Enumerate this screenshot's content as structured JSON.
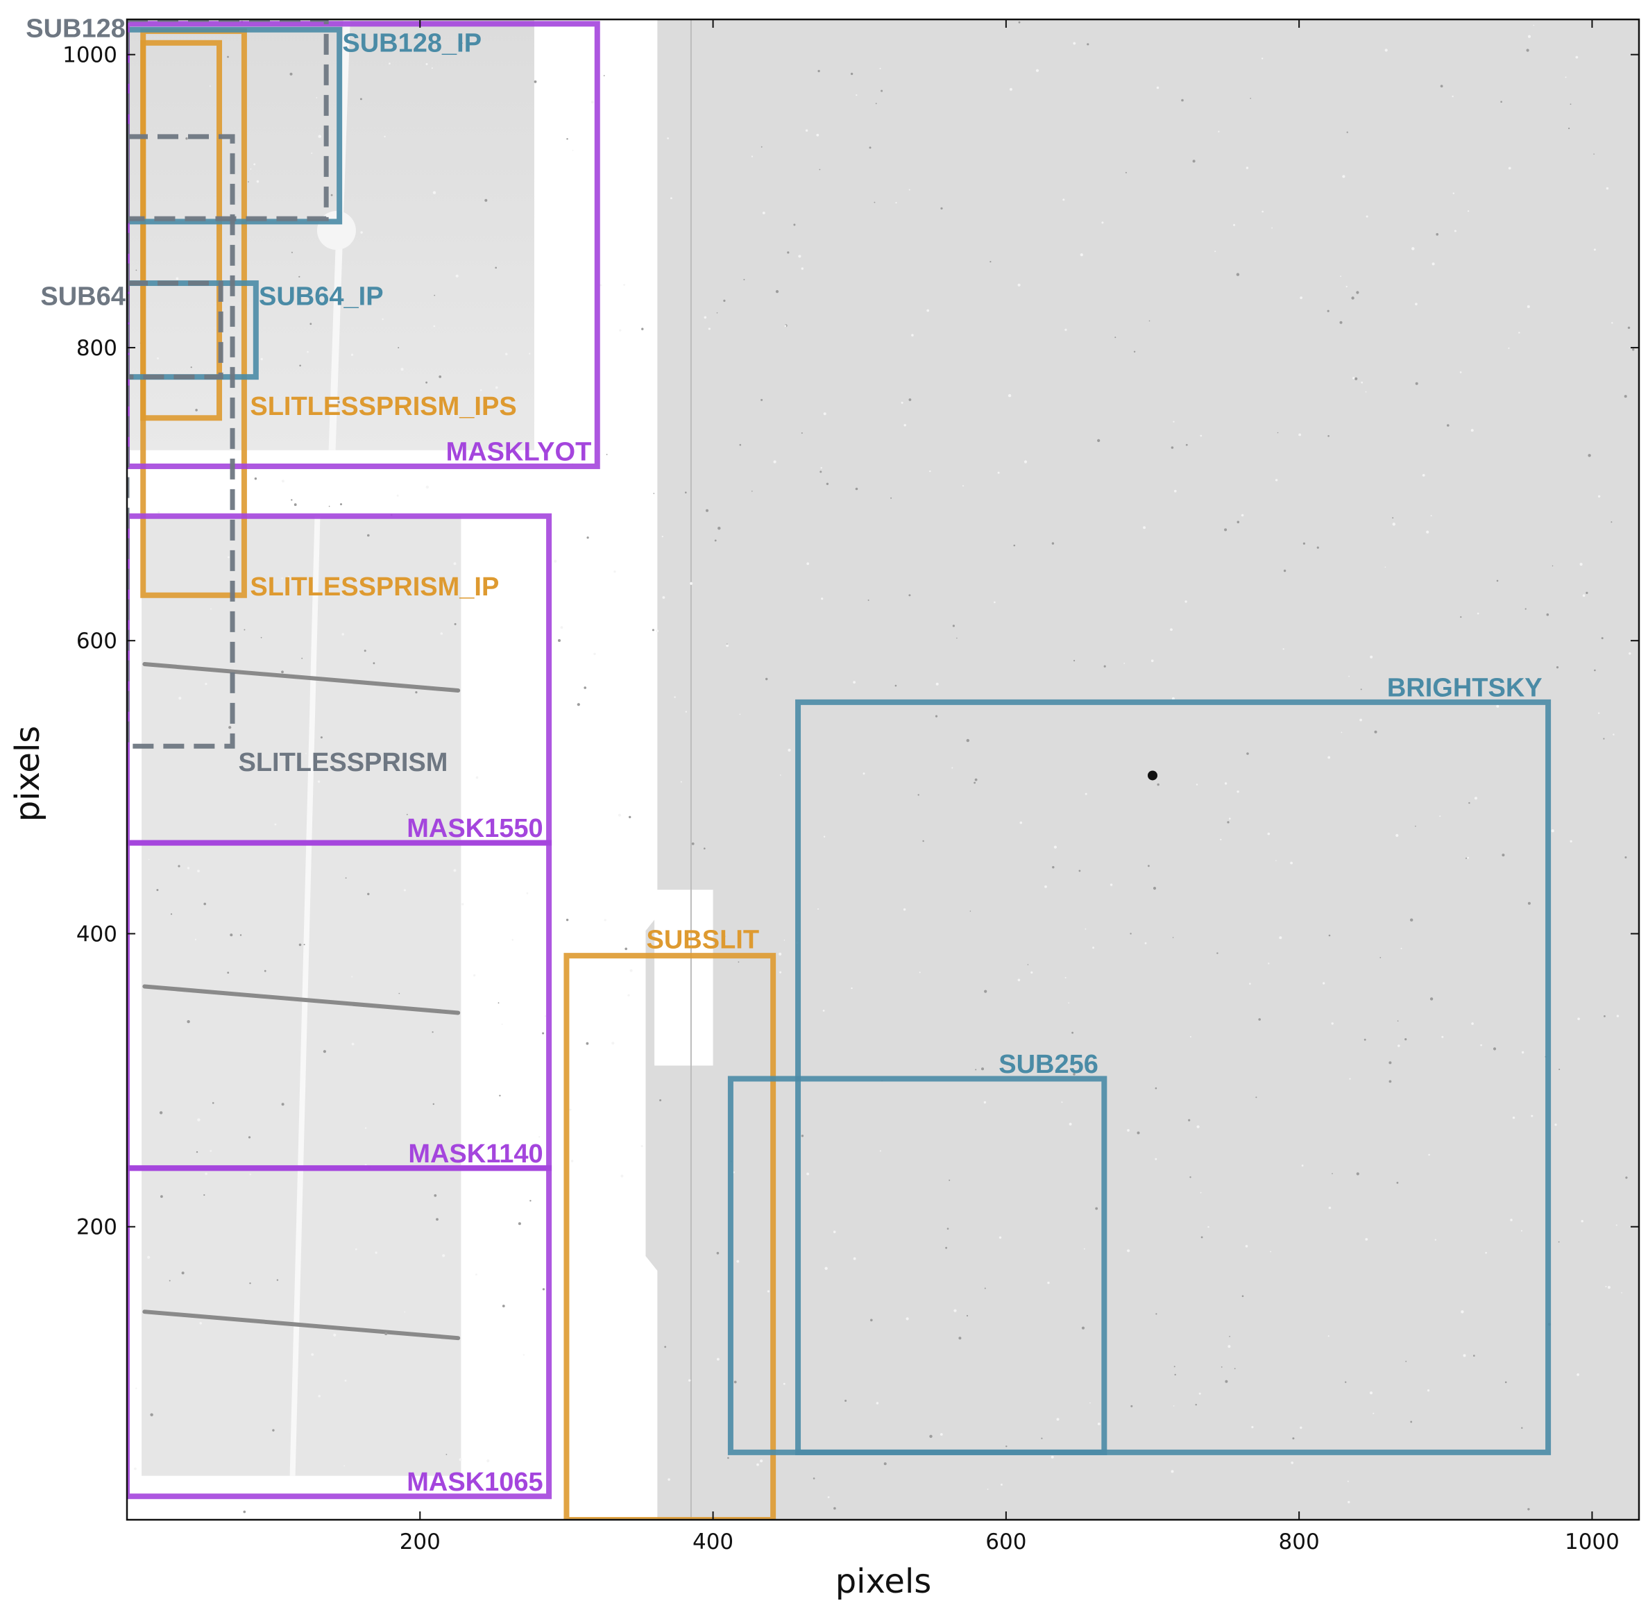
{
  "chart_data": {
    "type": "scatter",
    "title": "",
    "xlabel": "pixels",
    "ylabel": "pixels",
    "xlim": [
      0,
      1032
    ],
    "ylim": [
      0,
      1024
    ],
    "xticks": [
      200,
      400,
      600,
      800,
      1000
    ],
    "yticks": [
      200,
      400,
      600,
      800,
      1000
    ],
    "grid": false,
    "background": "detector image (grayscale)",
    "colors": {
      "orange": "#de9a30",
      "teal": "#4a8ba6",
      "purple": "#a445dd",
      "gray": "#6e7782"
    },
    "regions": [
      {
        "name": "SUBSLIT",
        "color": "orange",
        "style": "solid",
        "x0": 300,
        "x1": 441,
        "y0": 0,
        "y1": 385
      },
      {
        "name": "SLITLESSPRISM_IP",
        "color": "orange",
        "style": "solid",
        "x0": 11,
        "x1": 80,
        "y0": 631,
        "y1": 1016
      },
      {
        "name": "SLITLESSPRISM_IPS",
        "color": "orange",
        "style": "solid",
        "x0": 11,
        "x1": 63,
        "y0": 752,
        "y1": 1008
      },
      {
        "name": "SUB128_IP",
        "color": "teal",
        "style": "solid",
        "x0": 0,
        "x1": 145,
        "y0": 886,
        "y1": 1017
      },
      {
        "name": "SUB64_IP",
        "color": "teal",
        "style": "solid",
        "x0": 0,
        "x1": 88,
        "y0": 780,
        "y1": 844
      },
      {
        "name": "SUB256",
        "color": "teal",
        "style": "solid",
        "x0": 412,
        "x1": 667,
        "y0": 46,
        "y1": 301
      },
      {
        "name": "BRIGHTSKY",
        "color": "teal",
        "style": "solid",
        "x0": 458,
        "x1": 970,
        "y0": 46,
        "y1": 558
      },
      {
        "name": "MASKLYOT",
        "color": "purple",
        "style": "solid",
        "x0": 0,
        "x1": 321,
        "y0": 719,
        "y1": 1021
      },
      {
        "name": "MASK1550",
        "color": "purple",
        "style": "solid",
        "x0": 0,
        "x1": 288,
        "y0": 462,
        "y1": 685
      },
      {
        "name": "MASK1140",
        "color": "purple",
        "style": "solid",
        "x0": 0,
        "x1": 288,
        "y0": 240,
        "y1": 462
      },
      {
        "name": "MASK1065",
        "color": "purple",
        "style": "solid",
        "x0": 0,
        "x1": 288,
        "y0": 16,
        "y1": 240
      },
      {
        "name": "SLITLESSPRISM",
        "color": "gray",
        "style": "dashed",
        "x0": 0,
        "x1": 72,
        "y0": 528,
        "y1": 944
      },
      {
        "name": "SUB128",
        "color": "gray",
        "style": "dashed",
        "x0": 0,
        "x1": 136,
        "y0": 888,
        "y1": 1024
      },
      {
        "name": "SUB64",
        "color": "gray",
        "style": "dashed",
        "x0": 0,
        "x1": 64,
        "y0": 780,
        "y1": 844
      }
    ],
    "labels": [
      {
        "text": "SUB128",
        "color": "gray",
        "x": -1,
        "y": 1012,
        "anchor": "end"
      },
      {
        "text": "SUB128_IP",
        "color": "teal",
        "x": 147,
        "y": 1002,
        "anchor": "start"
      },
      {
        "text": "SUB64",
        "color": "gray",
        "x": -1,
        "y": 829,
        "anchor": "end"
      },
      {
        "text": "SUB64_IP",
        "color": "teal",
        "x": 90,
        "y": 829,
        "anchor": "start"
      },
      {
        "text": "SLITLESSPRISM_IPS",
        "color": "orange",
        "x": 84,
        "y": 754,
        "anchor": "start"
      },
      {
        "text": "MASKLYOT",
        "color": "purple",
        "x": 317,
        "y": 723,
        "anchor": "end"
      },
      {
        "text": "SLITLESSPRISM_IP",
        "color": "orange",
        "x": 84,
        "y": 631,
        "anchor": "start"
      },
      {
        "text": "SLITLESSPRISM",
        "color": "gray",
        "x": 76,
        "y": 511,
        "anchor": "start"
      },
      {
        "text": "MASK1550",
        "color": "purple",
        "x": 284,
        "y": 466,
        "anchor": "end"
      },
      {
        "text": "SUBSLIT",
        "color": "orange",
        "x": 393,
        "y": 390,
        "anchor": "middle"
      },
      {
        "text": "BRIGHTSKY",
        "color": "teal",
        "x": 966,
        "y": 562,
        "anchor": "end"
      },
      {
        "text": "SUB256",
        "color": "teal",
        "x": 663,
        "y": 305,
        "anchor": "end"
      },
      {
        "text": "MASK1140",
        "color": "purple",
        "x": 284,
        "y": 244,
        "anchor": "end"
      },
      {
        "text": "MASK1065",
        "color": "purple",
        "x": 284,
        "y": 20,
        "anchor": "end"
      }
    ],
    "features": [
      {
        "name": "bright-star",
        "x": 700,
        "y": 508
      }
    ]
  }
}
